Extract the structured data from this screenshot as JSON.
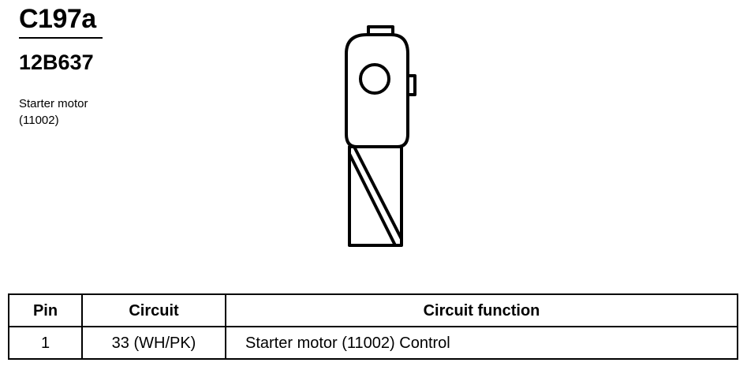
{
  "connector": {
    "id": "C197a",
    "part_number": "12B637",
    "component_line1": "Starter motor",
    "component_line2": "(11002)"
  },
  "table": {
    "headers": [
      "Pin",
      "Circuit",
      "Circuit function"
    ],
    "rows": [
      {
        "pin": "1",
        "circuit": "33 (WH/PK)",
        "function": "Starter motor (11002) Control"
      }
    ]
  }
}
